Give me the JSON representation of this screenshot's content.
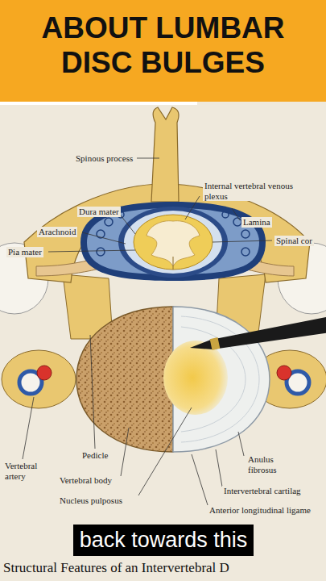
{
  "diagram": {
    "title": "ABOUT LUMBAR DISC BULGES",
    "caption": "Structural Features of an Intervertebral D",
    "nodes": [
      {
        "text": [
          "back towards this"
        ]
      }
    ],
    "labels": [
      "Spinous process",
      "Internal vertebral venous plexus",
      "Dura mater",
      "Lamina",
      "Arachnoid",
      "Spinal cor",
      "Pia mater",
      "Pedicle",
      "Vertebral artery",
      "Anulus fibrosus",
      "Vertebral body",
      "Intervertebral cartilag",
      "Nucleus pulposus",
      "Anterior longitudinal ligame"
    ]
  }
}
